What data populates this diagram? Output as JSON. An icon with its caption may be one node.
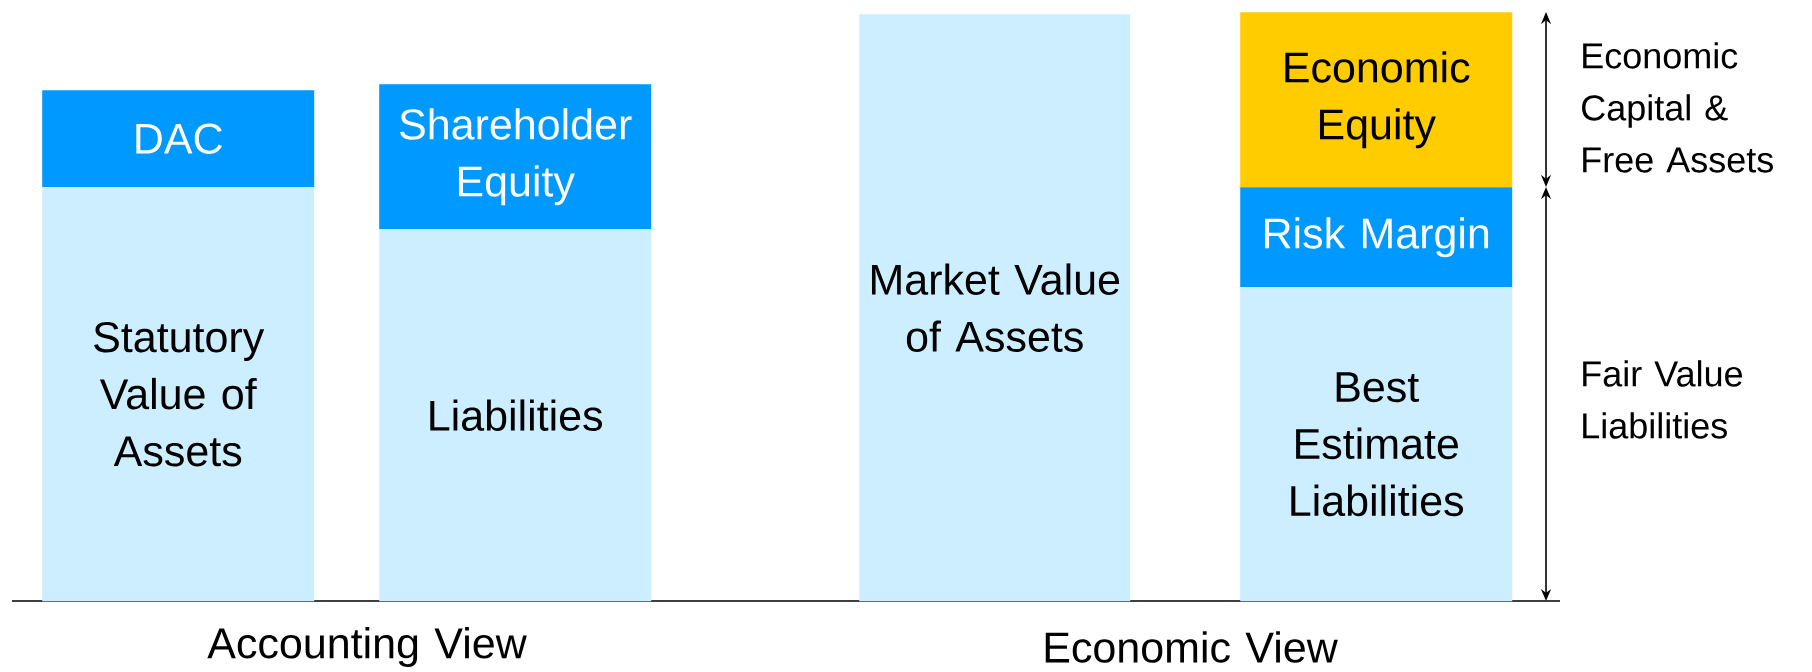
{
  "diagram": {
    "nodes": [
      {
        "text": [
          "DAC"
        ]
      },
      {
        "text": [
          "Statutory Value of Assets"
        ]
      },
      {
        "text": [
          "Shareholder Equity"
        ]
      },
      {
        "text": [
          "Liabilities"
        ]
      },
      {
        "text": [
          "Market Value of Assets"
        ]
      },
      {
        "text": [
          "Economic Equity"
        ]
      },
      {
        "text": [
          "Risk Margin"
        ]
      },
      {
        "text": [
          "Best Estimate Liabilities"
        ]
      }
    ],
    "labels": [
      "Economic Capital & Free Assets",
      "Fair Value Liabilities",
      "Accounting View",
      "Economic View"
    ]
  }
}
